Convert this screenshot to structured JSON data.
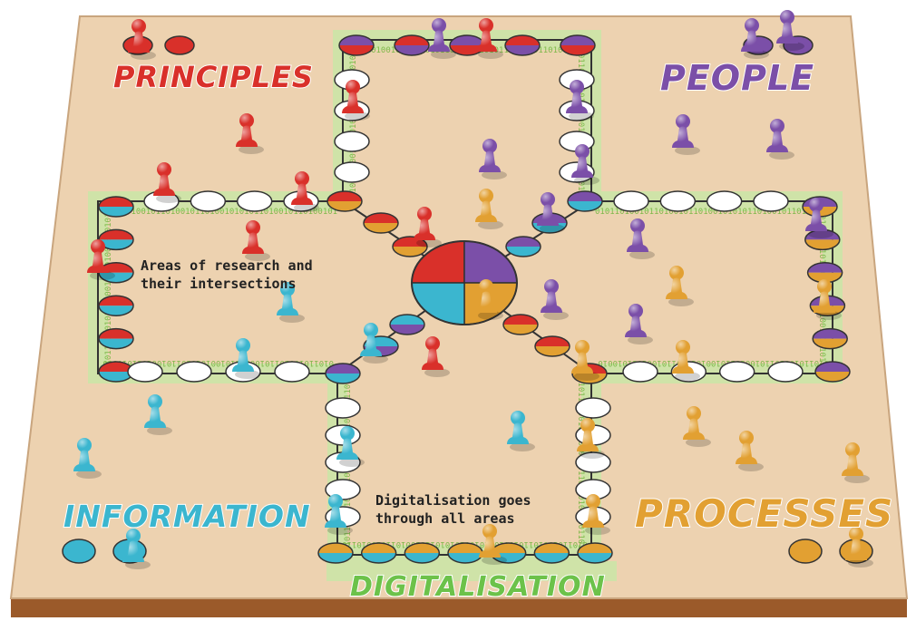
{
  "board": {
    "quadrants": {
      "principles": {
        "label": "PRINCIPLES",
        "color": "#d9302a"
      },
      "people": {
        "label": "PEOPLE",
        "color": "#7b4fa8"
      },
      "information": {
        "label": "INFORMATION",
        "color": "#3bb6cf"
      },
      "processes": {
        "label": "PROCESSES",
        "color": "#e2a032"
      },
      "digitalisation": {
        "label": "DIGITALISATION",
        "color": "#6cc24a"
      }
    },
    "notes": {
      "research": "Areas of research and their intersections",
      "digital": "Digitalisation goes through all areas"
    },
    "binary_track_text": "0101101001011010010110100101",
    "board_color": "#edd2b0",
    "board_edge_color": "#9b5a2a"
  }
}
